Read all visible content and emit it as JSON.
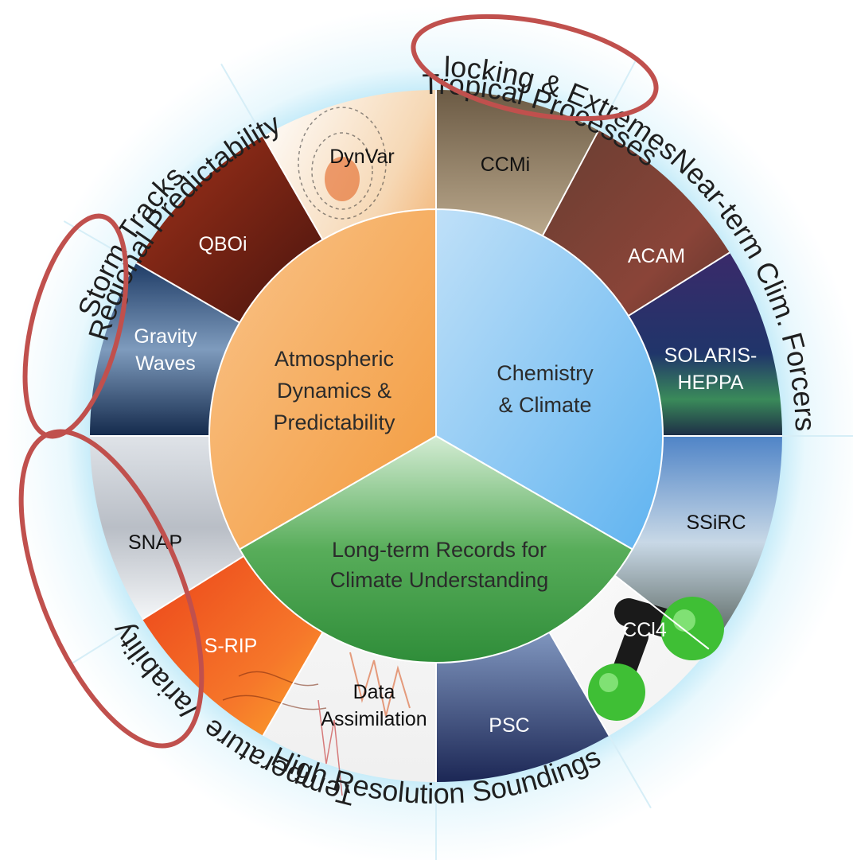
{
  "diagram": {
    "core": [
      {
        "id": "dyn",
        "lines": [
          "Atmospheric",
          "Dynamics &",
          "Predictability"
        ],
        "color": "#f6a857"
      },
      {
        "id": "chem",
        "lines": [
          "Chemistry",
          "& Climate"
        ],
        "color": "#7fbff2"
      },
      {
        "id": "long",
        "lines": [
          "Long-term Records for",
          "Climate Understanding"
        ],
        "color": "#3d9a45"
      }
    ],
    "activities": [
      {
        "id": "dynvar",
        "lines": [
          "DynVar"
        ],
        "text_color": "#111111"
      },
      {
        "id": "ccmi",
        "lines": [
          "CCMi"
        ],
        "text_color": "#111111"
      },
      {
        "id": "acam",
        "lines": [
          "ACAM"
        ],
        "text_color": "#ffffff"
      },
      {
        "id": "solaris",
        "lines": [
          "SOLARIS-",
          "HEPPA"
        ],
        "text_color": "#ffffff"
      },
      {
        "id": "ssirc",
        "lines": [
          "SSiRC"
        ],
        "text_color": "#111111"
      },
      {
        "id": "ccl4",
        "lines": [
          "CCl4"
        ],
        "text_color": "#ffffff"
      },
      {
        "id": "psc",
        "lines": [
          "PSC"
        ],
        "text_color": "#ffffff"
      },
      {
        "id": "da",
        "lines": [
          "Data",
          "Assimilation"
        ],
        "text_color": "#111111"
      },
      {
        "id": "srip",
        "lines": [
          "S-RIP"
        ],
        "text_color": "#ffffff"
      },
      {
        "id": "snap",
        "lines": [
          "SNAP"
        ],
        "text_color": "#111111"
      },
      {
        "id": "gw",
        "lines": [
          "Gravity",
          "Waves"
        ],
        "text_color": "#ffffff"
      },
      {
        "id": "qboi",
        "lines": [
          "QBOi"
        ],
        "text_color": "#ffffff"
      }
    ],
    "themes": [
      {
        "id": "tropical",
        "label": "Tropical Processes",
        "highlighted": true
      },
      {
        "id": "nearterm",
        "label": "Near-term Clim. Forcers",
        "highlighted": false
      },
      {
        "id": "tempvar",
        "label": "Temperature Variability",
        "highlighted": false
      },
      {
        "id": "hires",
        "label": "High Resolution Soundings",
        "highlighted": false
      },
      {
        "id": "blocking",
        "label": "Blocking & Extremes",
        "highlighted": true
      },
      {
        "id": "storm",
        "label": "Storm Tracks",
        "highlighted": true
      },
      {
        "id": "regional",
        "label": "Regional Predictability",
        "highlighted": false
      }
    ],
    "highlight_color": "#c0504d"
  }
}
